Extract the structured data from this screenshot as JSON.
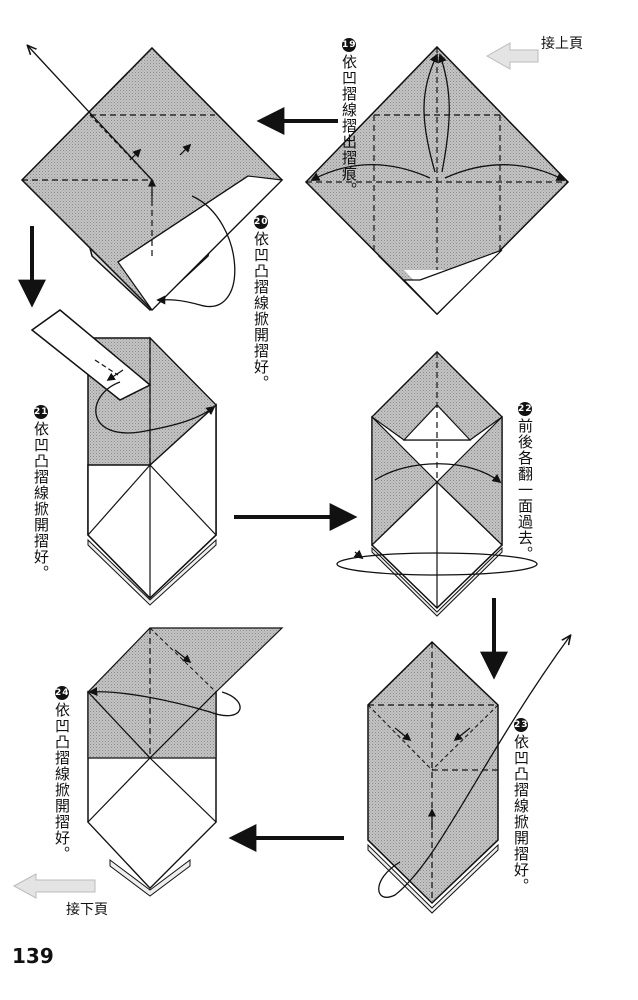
{
  "nav": {
    "continue_from_prev": "接上頁",
    "continue_to_next": "接下頁"
  },
  "page_number": "139",
  "steps": [
    {
      "number": "19",
      "instruction": "依凹摺線摺出摺痕。"
    },
    {
      "number": "20",
      "instruction": "依凹凸摺線掀開摺好。"
    },
    {
      "number": "21",
      "instruction": "依凹凸摺線掀開摺好。"
    },
    {
      "number": "22",
      "instruction": "前後各翻一面過去。"
    },
    {
      "number": "23",
      "instruction": "依凹凸摺線掀開摺好。"
    },
    {
      "number": "24",
      "instruction": "依凹凸摺線掀開摺好。"
    }
  ],
  "colors": {
    "paper_colored": "#bdbdbd",
    "paper_white": "#ffffff",
    "line": "#111111"
  }
}
